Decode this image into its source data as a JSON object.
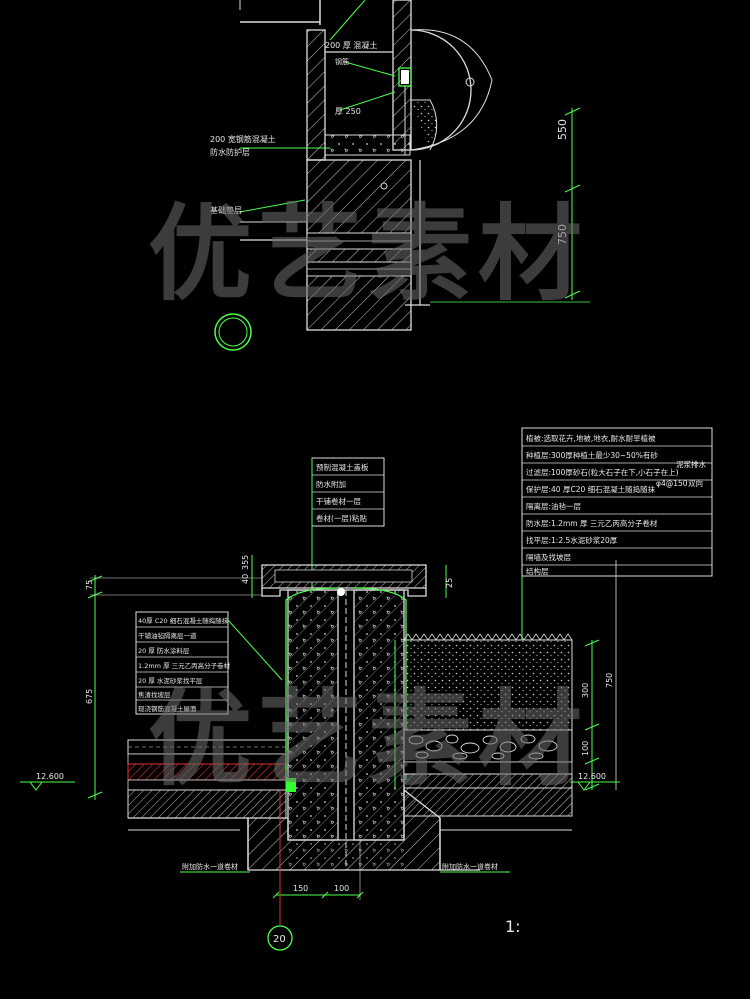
{
  "watermark": "优艺素材",
  "upper_detail": {
    "labels": {
      "l1": "200 厚 混凝土",
      "l2": "钢筋",
      "l3": "厚 250",
      "l4": "200  宽钢筋混凝土",
      "l5": "防水防护层",
      "l6": "基础垫层"
    },
    "dims": [
      "550",
      "750"
    ]
  },
  "lower_detail": {
    "right_notes": [
      "植被:选取花卉,地被,地衣,耐水耐旱植被",
      "种植层:300厚种植土最少30~50%有砂",
      "过滤层:100厚砂石(粒大石子在下,小石子在上)",
      "保护层:40 厚C20 细石混凝土随捣随抹",
      "隔离层:油毡一层",
      "防水层:1.2mm 厚 三元乙丙高分子卷材",
      "找平层:1:2.5水泥砂浆20厚",
      "隔墙及找坡层",
      "结构层"
    ],
    "right_extra": {
      "drain_note": "泥浆排水",
      "rebar": "φ4@150",
      "dir": "双向"
    },
    "top_notes": [
      "预制混凝土盖板",
      "防水附加",
      "干铺卷材一层",
      "卷材(一层)粘贴"
    ],
    "left_notes": [
      "40厚 C20 细石混凝土随捣随抹",
      "干铺油毡隔离层一道",
      "20 厚 防水涂料层",
      "1.2mm 厚 三元乙丙高分子卷材",
      "20 厚 水泥砂浆找平层",
      "焦渣找坡层",
      "现浇钢筋混凝土屋面"
    ],
    "bottom_labels": {
      "left": "附加防水一道卷材",
      "right": "附加防水一道卷材"
    },
    "dims": {
      "d75": "75",
      "d675": "675",
      "d40": "40",
      "d35": "35",
      "d5": "5",
      "d25": "25",
      "d750": "750",
      "d300": "300",
      "d100": "100",
      "d150": "150",
      "d100b": "100"
    },
    "elevations": {
      "left": "12.600",
      "right": "12.600"
    },
    "axis_label": "20",
    "scale_label": "1:"
  }
}
